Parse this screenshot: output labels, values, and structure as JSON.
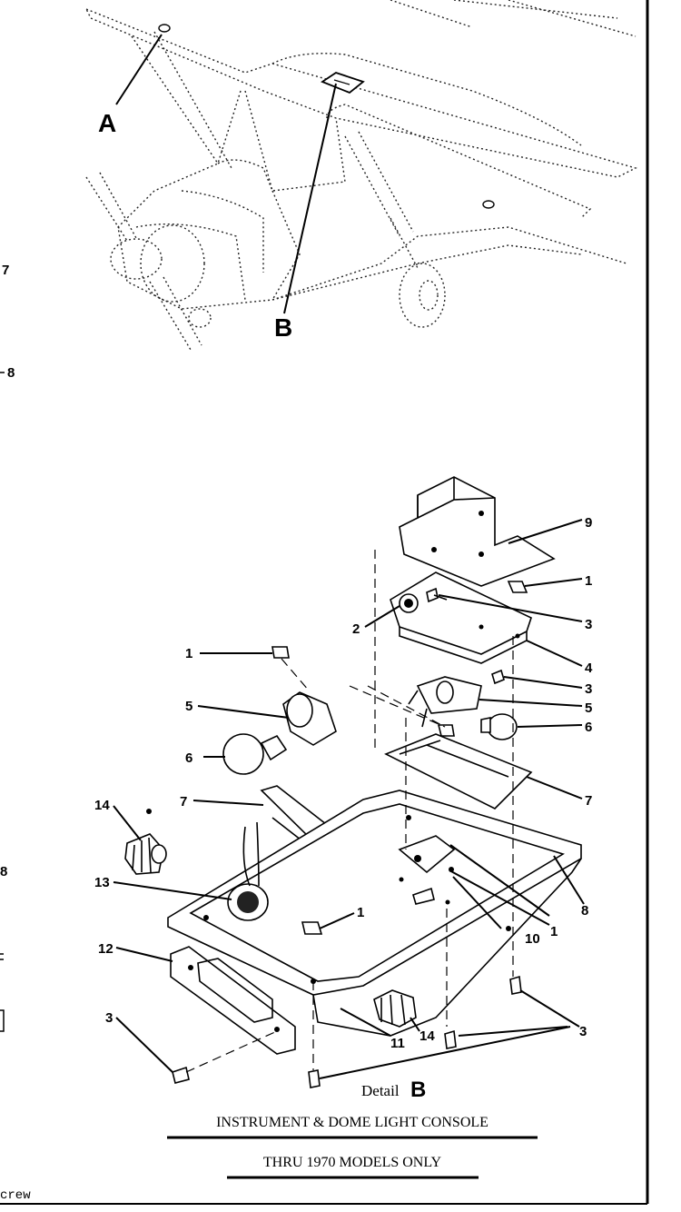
{
  "callouts": {
    "A": "A",
    "B": "B",
    "edge_7": "7",
    "edge_8a": "8",
    "edge_8b": "8",
    "n1a": "1",
    "n1b": "1",
    "n1c": "1",
    "n1d": "1",
    "n2": "2",
    "n3a": "3",
    "n3b": "3",
    "n3c": "3",
    "n3d": "3",
    "n4": "4",
    "n5a": "5",
    "n5b": "5",
    "n6a": "6",
    "n6b": "6",
    "n7a": "7",
    "n7b": "7",
    "n8": "8",
    "n9": "9",
    "n10": "10",
    "n11": "11",
    "n12": "12",
    "n13": "13",
    "n14a": "14",
    "n14b": "14"
  },
  "caption": {
    "detail_word": "Detail",
    "detail_letter": "B",
    "title": "INSTRUMENT & DOME LIGHT CONSOLE",
    "subtitle": "THRU 1970 MODELS ONLY"
  },
  "footer": {
    "fragment": "crew"
  }
}
